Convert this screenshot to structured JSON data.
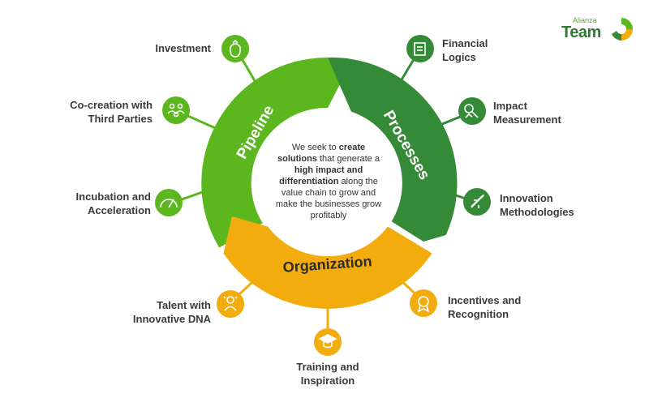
{
  "logo": {
    "small": "Alianza",
    "big": "Team"
  },
  "center": {
    "t1": "We seek to ",
    "b1": "create solutions",
    "t2": " that generate a ",
    "b2": "high impact and differentiation",
    "t3": " along the value chain to grow and make the businesses grow profitably"
  },
  "segments": {
    "pipeline": "Pipeline",
    "processes": "Processes",
    "organization": "Organization"
  },
  "colors": {
    "pipeline": "#5cb71f",
    "processes": "#358a37",
    "organization": "#f3ac0d",
    "text": "#3a3a3a"
  },
  "nodes": {
    "investment": {
      "line1": "Investment",
      "icon": "money-bag-icon"
    },
    "cocreation": {
      "line1": "Co-creation with",
      "line2": "Third Parties",
      "icon": "people-group-icon"
    },
    "incubation": {
      "line1": "Incubation and",
      "line2": "Acceleration",
      "icon": "speedometer-icon"
    },
    "financial": {
      "line1": "Financial",
      "line2": "Logics",
      "icon": "money-document-icon"
    },
    "impact": {
      "line1": "Impact",
      "line2": "Measurement",
      "icon": "analytics-icon"
    },
    "innovation": {
      "line1": "Innovation",
      "line2": "Methodologies",
      "icon": "rocket-icon"
    },
    "talent": {
      "line1": "Talent with",
      "line2": "Innovative DNA",
      "icon": "person-lightbulb-icon"
    },
    "training": {
      "line1": "Training and",
      "line2": "Inspiration",
      "icon": "graduation-cap-icon"
    },
    "incentives": {
      "line1": "Incentives and",
      "line2": "Recognition",
      "icon": "award-badge-icon"
    }
  }
}
